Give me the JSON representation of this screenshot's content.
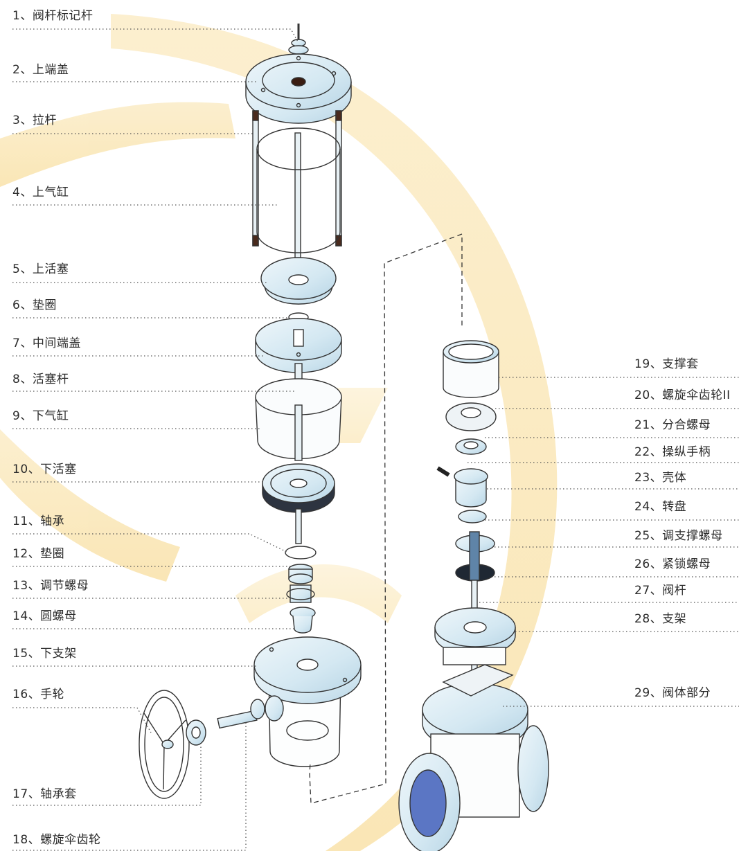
{
  "left_labels": [
    "1、阀杆标记杆",
    "2、上端盖",
    "3、拉杆",
    "4、上气缸",
    "5、上活塞",
    "6、垫圈",
    "7、中间端盖",
    "8、活塞杆",
    "9、下气缸",
    "10、下活塞",
    "11、轴承",
    "12、垫圈",
    "13、调节螺母",
    "14、圆螺母",
    "15、下支架",
    "16、手轮",
    "17、轴承套",
    "18、螺旋伞齿轮"
  ],
  "right_labels": [
    "19、支撑套",
    "20、螺旋伞齿轮II",
    "21、分合螺母",
    "22、操纵手柄",
    "23、壳体",
    "24、转盘",
    "25、调支撑螺母",
    "26、紧锁螺母",
    "27、阀杆",
    "28、支架",
    "29、阀体部分"
  ],
  "colors": {
    "watermark": "#f7d98a",
    "part_fill": "#dfeef6",
    "part_stroke": "#333333",
    "leader": "#555555"
  }
}
